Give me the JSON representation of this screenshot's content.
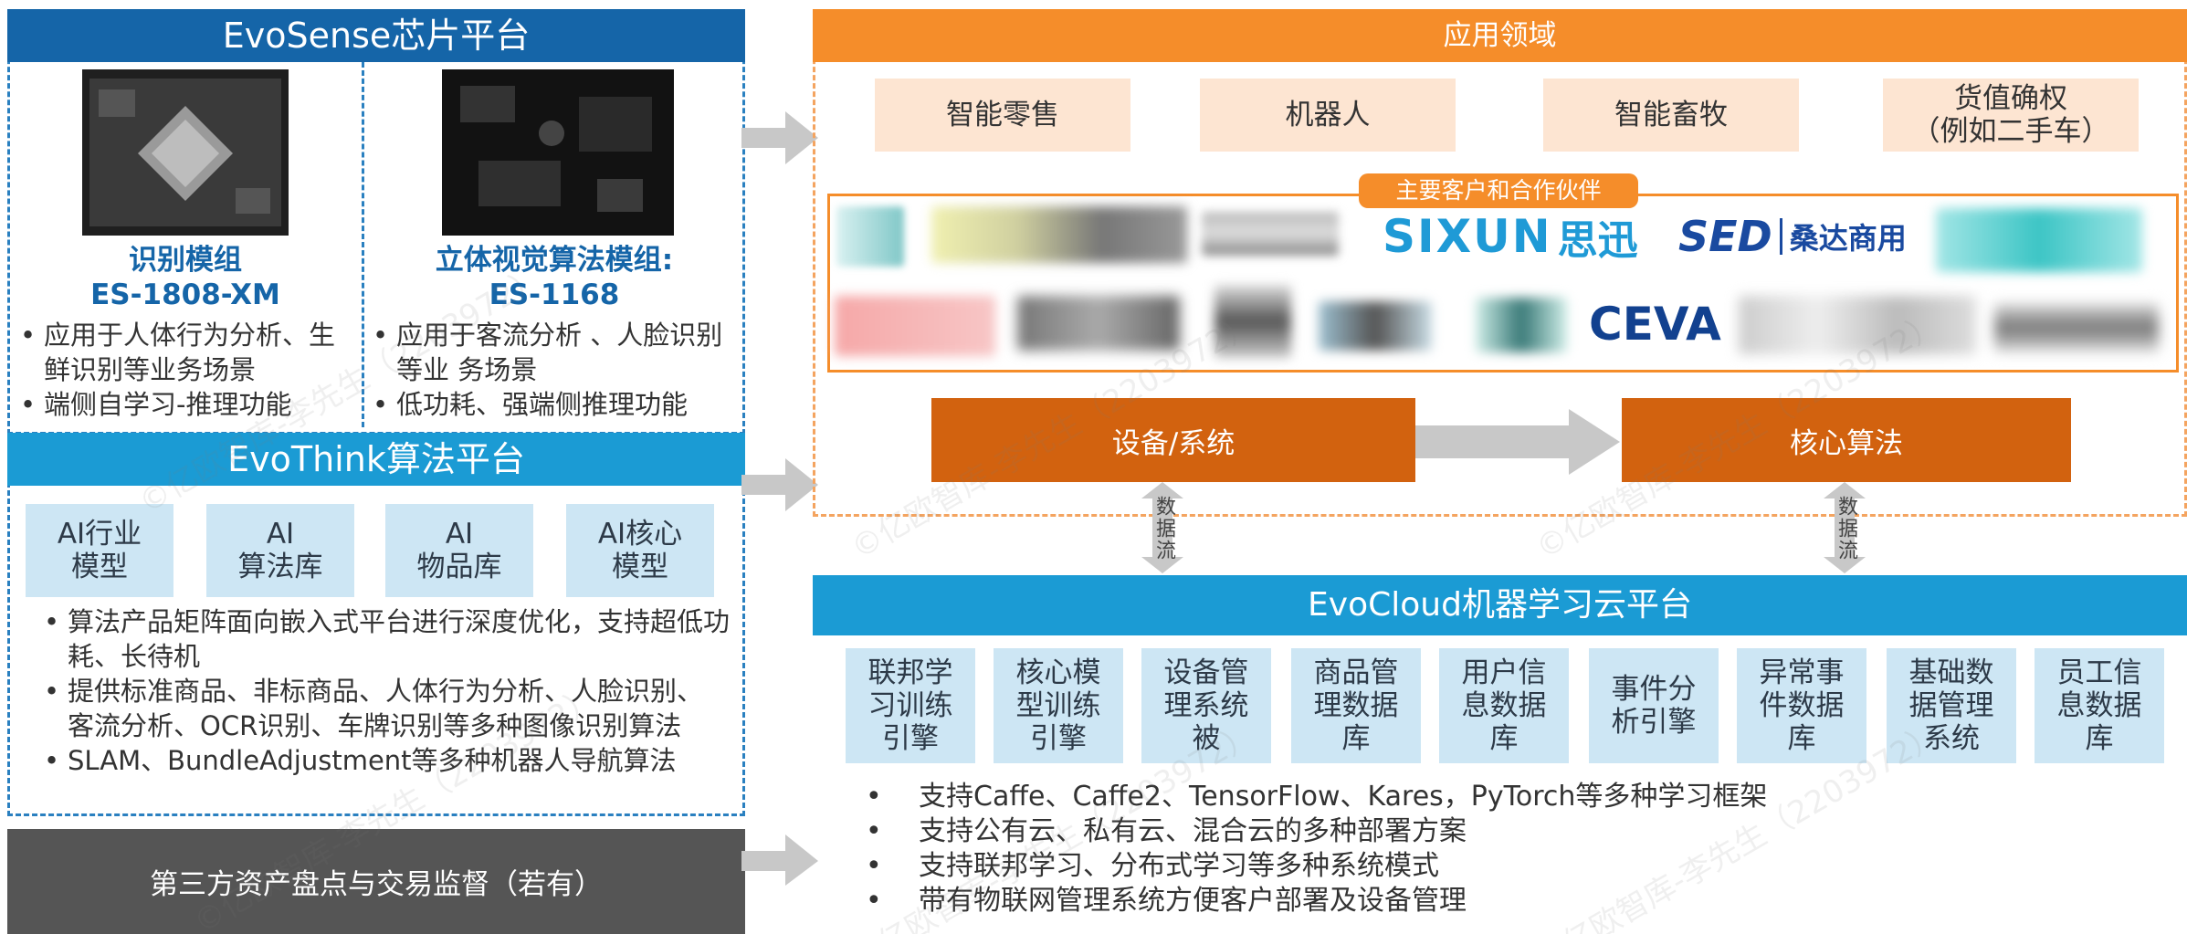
{
  "evosense": {
    "title": "EvoSense芯片平台",
    "left_module": {
      "name_line1": "识别模组",
      "name_line2": "ES-1808-XM",
      "bullets": [
        "应用于人体行为分析、生鲜识别等业务场景",
        "端侧自学习-推理功能"
      ]
    },
    "right_module": {
      "name_line1": "立体视觉算法模组:",
      "name_line2": "ES-1168",
      "bullets": [
        "应用于客流分析 、人脸识别等业 务场景",
        "低功耗、强端侧推理功能"
      ]
    }
  },
  "evothink": {
    "title": "EvoThink算法平台",
    "boxes": [
      "AI行业\n模型",
      "AI\n算法库",
      "AI\n物品库",
      "AI核心\n模型"
    ],
    "bullets": [
      "算法产品矩阵面向嵌入式平台进行深度优化，支持超低功耗、长待机",
      "提供标准商品、非标商品、人体行为分析、人脸识别、 客流分析、OCR识别、车牌识别等多种图像识别算法",
      "SLAM、BundleAdjustment等多种机器人导航算法"
    ]
  },
  "thirdparty": {
    "label": "第三方资产盘点与交易监督（若有）"
  },
  "application": {
    "title": "应用领域",
    "areas": [
      "智能零售",
      "机器人",
      "智能畜牧",
      "货值确权\n（例如二手车）"
    ],
    "partners_title": "主要客户和合作伙伴",
    "visible_logos": {
      "sixun_en": "SIXUN",
      "sixun_cn": "思迅",
      "sed_en": "SED",
      "sed_cn": "桑达商用",
      "ceva": "CEVA"
    },
    "device_label": "设备/系统",
    "core_label": "核心算法",
    "dataflow_label": "数据流"
  },
  "evocloud": {
    "title": "EvoCloud机器学习云平台",
    "boxes": [
      "联邦学\n习训练\n引擎",
      "核心模\n型训练\n引擎",
      "设备管\n理系统\n被",
      "商品管\n理数据\n库",
      "用户信\n息数据\n库",
      "事件分\n析引擎",
      "异常事\n件数据\n库",
      "基础数\n据管理\n系统",
      "员工信\n息数据\n库"
    ],
    "bullets": [
      "支持Caffe、Caffe2、TensorFlow、Kares，PyTorch等多种学习框架",
      "支持公有云、私有云、混合云的多种部署方案",
      "支持联邦学习、分布式学习等多种系统模式",
      "带有物联网管理系统方便客户部署及设备管理"
    ]
  },
  "watermark": "©亿欧智库-李先生（2203972）",
  "colors": {
    "blue_header": "#1565a8",
    "cyan_header": "#1b9bd4",
    "orange_header": "#f58d2a",
    "orange_box": "#d2620f",
    "light_blue_box": "#cde6f4",
    "peach_box": "#fde5d2",
    "dark_gray": "#555555"
  }
}
